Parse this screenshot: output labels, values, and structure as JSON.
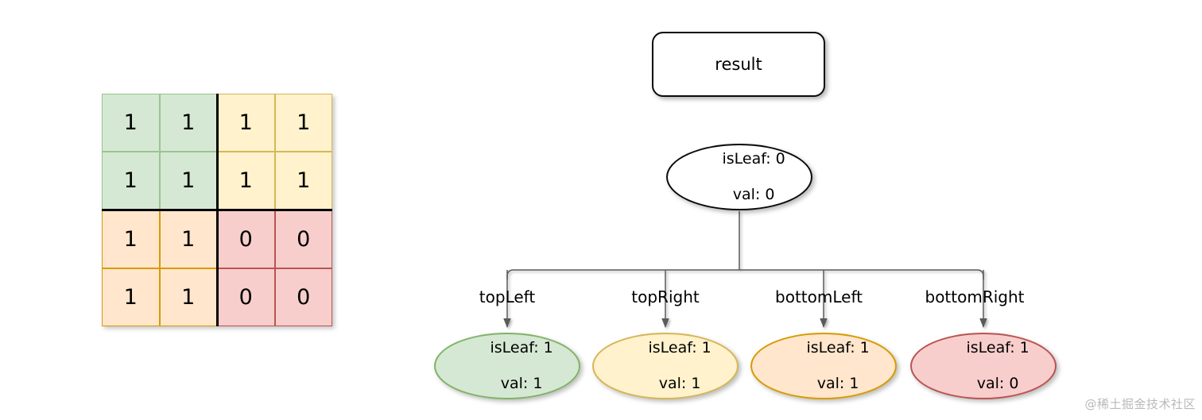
{
  "matrix": {
    "title": "quad-tree-input-matrix",
    "rows": 4,
    "cols": 4,
    "cells": [
      [
        {
          "v": "1",
          "q": "topLeft"
        },
        {
          "v": "1",
          "q": "topLeft"
        },
        {
          "v": "1",
          "q": "topRight"
        },
        {
          "v": "1",
          "q": "topRight"
        }
      ],
      [
        {
          "v": "1",
          "q": "topLeft"
        },
        {
          "v": "1",
          "q": "topLeft"
        },
        {
          "v": "1",
          "q": "topRight"
        },
        {
          "v": "1",
          "q": "topRight"
        }
      ],
      [
        {
          "v": "1",
          "q": "bottomLeft"
        },
        {
          "v": "1",
          "q": "bottomLeft"
        },
        {
          "v": "0",
          "q": "bottomRight"
        },
        {
          "v": "0",
          "q": "bottomRight"
        }
      ],
      [
        {
          "v": "1",
          "q": "bottomLeft"
        },
        {
          "v": "1",
          "q": "bottomLeft"
        },
        {
          "v": "0",
          "q": "bottomRight"
        },
        {
          "v": "0",
          "q": "bottomRight"
        }
      ]
    ],
    "quadrant_colors": {
      "topLeft": "#d5e8d4",
      "topRight": "#fff2cc",
      "bottomLeft": "#ffe6cc",
      "bottomRight": "#f8cecc"
    },
    "divider_color": "#000000"
  },
  "tree": {
    "result_box": {
      "label": "result",
      "fill": "#ffffff",
      "stroke": "#0b0b0b"
    },
    "root": {
      "line1": "isLeaf: 0",
      "line2": "val: 0",
      "fill": "#ffffff",
      "stroke": "#0b0b0b"
    },
    "branch_labels": {
      "topLeft": "topLeft",
      "topRight": "topRight",
      "bottomLeft": "bottomLeft",
      "bottomRight": "bottomRight"
    },
    "leaves": [
      {
        "key": "topLeft",
        "line1": "isLeaf: 1",
        "line2": "val: 1",
        "fill": "#d5e8d4",
        "stroke": "#82b366"
      },
      {
        "key": "topRight",
        "line1": "isLeaf: 1",
        "line2": "val: 1",
        "fill": "#fff2cc",
        "stroke": "#d6b656"
      },
      {
        "key": "bottomLeft",
        "line1": "isLeaf: 1",
        "line2": "val: 1",
        "fill": "#ffe6cc",
        "stroke": "#d79b00"
      },
      {
        "key": "bottomRight",
        "line1": "isLeaf: 1",
        "line2": "val: 0",
        "fill": "#f8cecc",
        "stroke": "#b85450"
      }
    ],
    "connector_color": "#5a5a5a"
  },
  "watermark": {
    "text": "@稀土掘金技术社区"
  }
}
